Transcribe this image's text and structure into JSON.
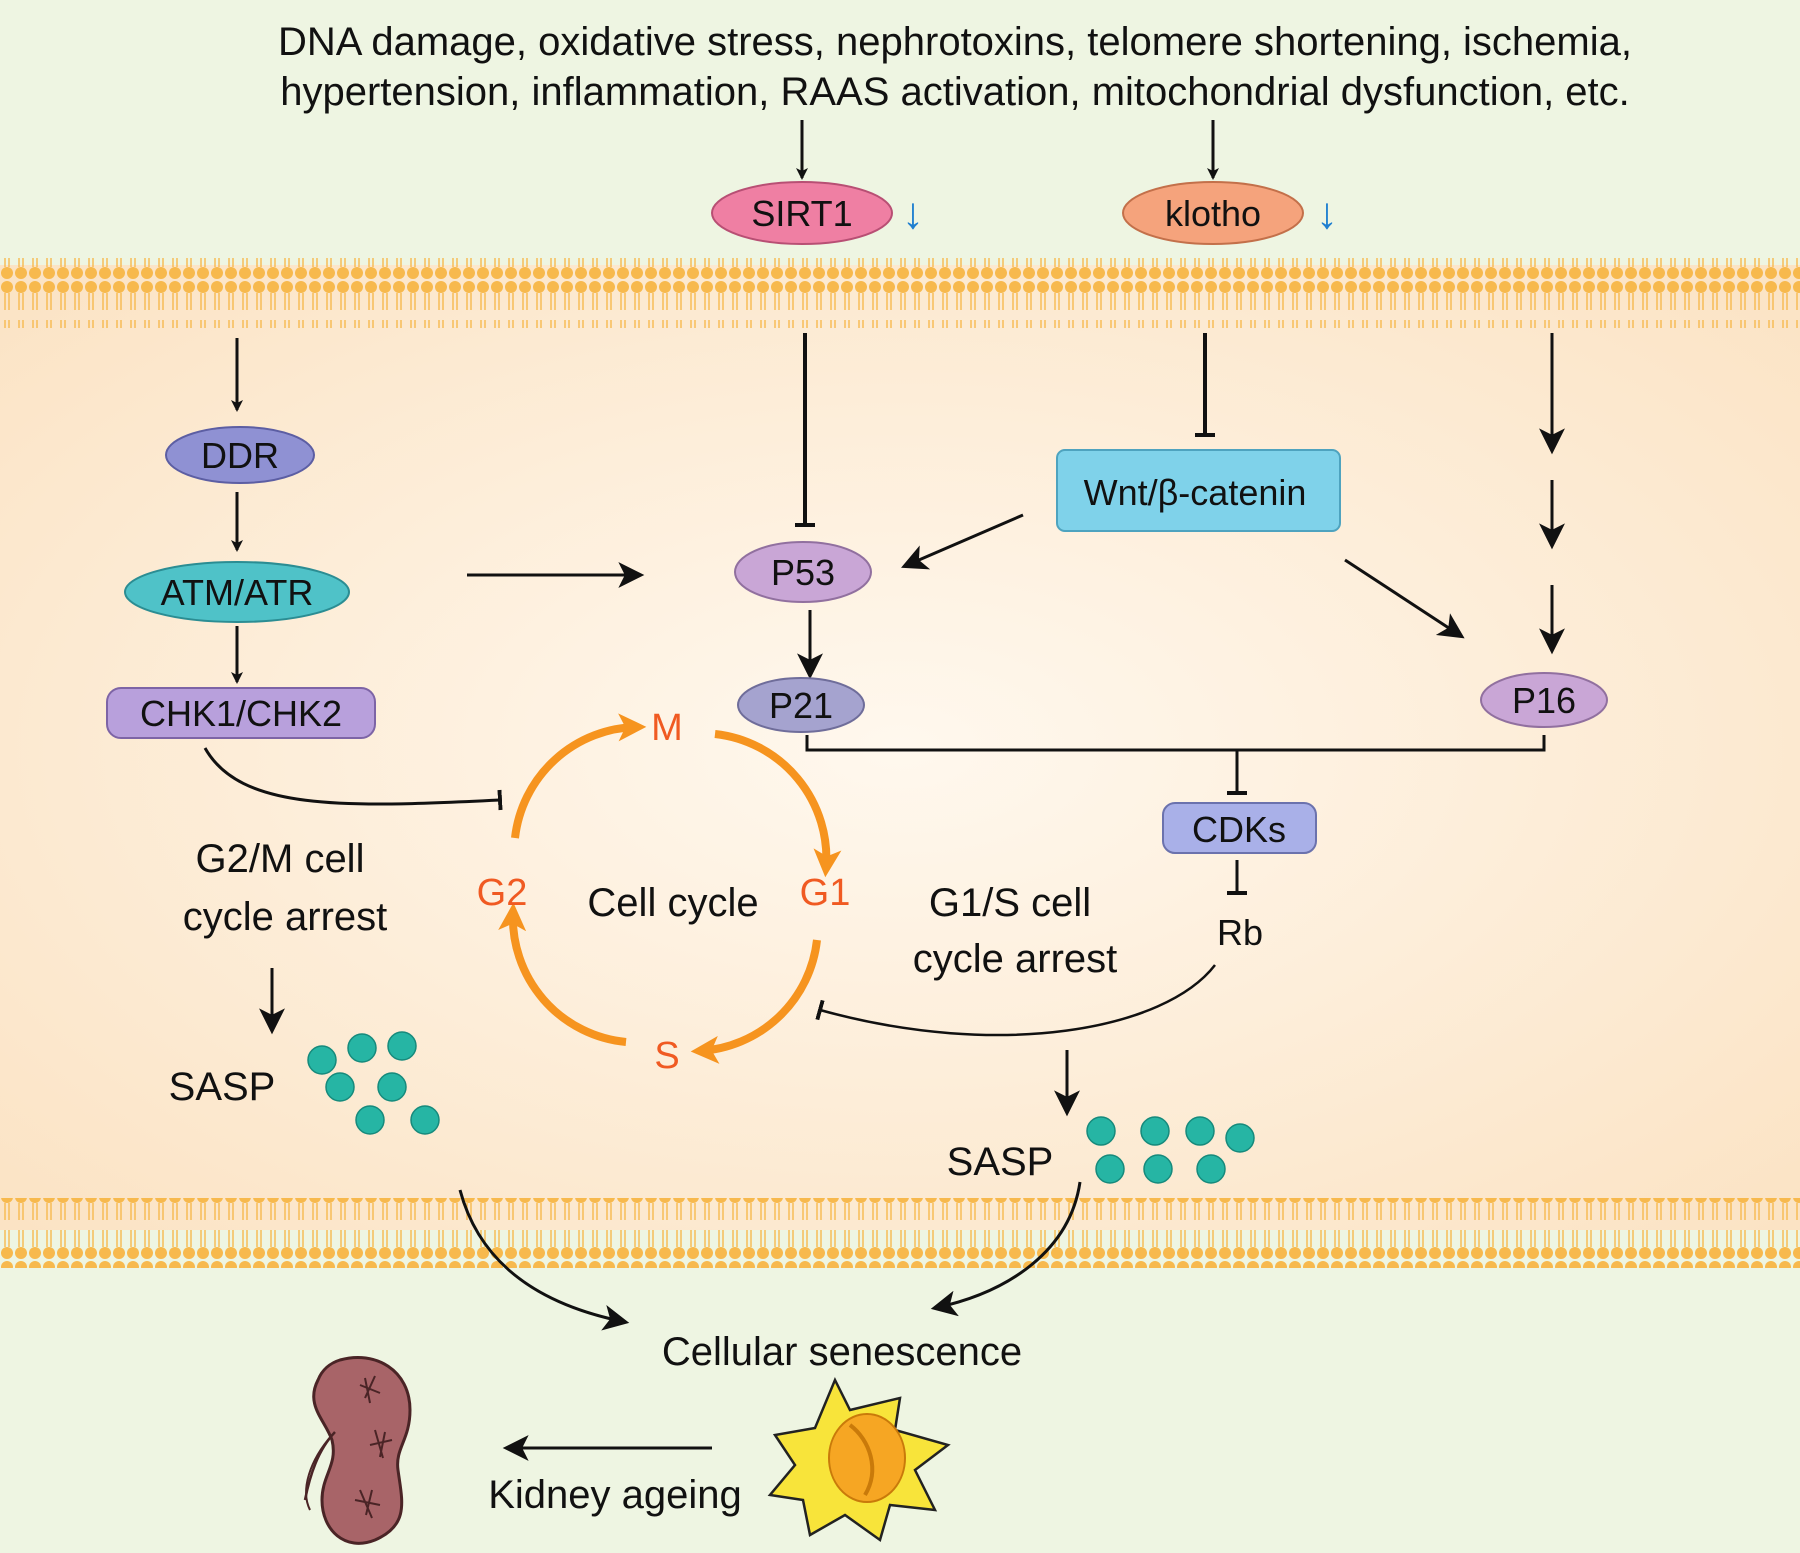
{
  "header": {
    "line1": "DNA damage, oxidative stress, nephrotoxins, telomere shortening, ischemia,",
    "line2": "hypertension, inflammation, RAAS activation, mitochondrial dysfunction, etc."
  },
  "nodes": {
    "sirt1": "SIRT1",
    "klotho": "klotho",
    "ddr": "DDR",
    "atm_atr": "ATM/ATR",
    "chk": "CHK1/CHK2",
    "wnt": "Wnt/β-catenin",
    "p53": "P53",
    "p21": "P21",
    "p16": "P16",
    "cdks": "CDKs",
    "rb": "Rb"
  },
  "indicators": {
    "down_arrow": "↓"
  },
  "cell_cycle": {
    "center": "Cell cycle",
    "m": "M",
    "g1": "G1",
    "s": "S",
    "g2": "G2"
  },
  "labels": {
    "g2m_line1": "G2/M cell",
    "g2m_line2": "cycle arrest",
    "g1s_line1": "G1/S cell",
    "g1s_line2": "cycle arrest",
    "sasp_left": "SASP",
    "sasp_right": "SASP",
    "senescence": "Cellular senescence",
    "kidney_ageing": "Kidney ageing"
  },
  "colors": {
    "background": "#eef5e2",
    "cytoplasm": "#fdebd3",
    "membrane": "#f7b94d",
    "sirt1": "#ef7fa3",
    "klotho": "#f5a37c",
    "ddr": "#8f91d3",
    "atm_atr": "#4fc2c8",
    "chk": "#b8a0dc",
    "wnt": "#7fd2ea",
    "p_nodes": "#c9a6d6",
    "cdks": "#a9b0e8",
    "cycle": "#f6941f",
    "sasp": "#26b5a4",
    "down_arrow": "#1f7fd0"
  }
}
